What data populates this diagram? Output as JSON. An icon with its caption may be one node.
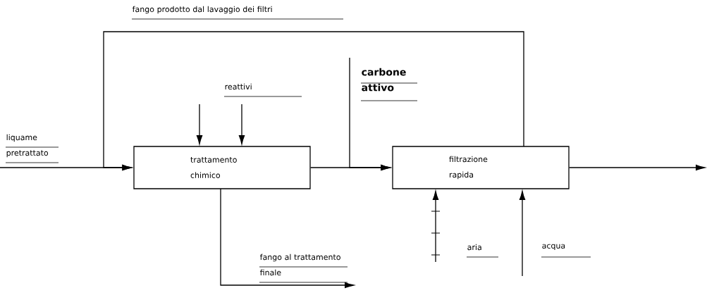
{
  "diagram": {
    "nodes": [
      {
        "text": [
          "trattamento chimico"
        ]
      },
      {
        "text": [
          "filtrazione rapida"
        ]
      }
    ],
    "edges": [
      {
        "from": null,
        "to": 0,
        "arrow": "to",
        "label": "liquame pretrattato"
      },
      {
        "from": 1,
        "to": 0,
        "arrow": "to",
        "label": "fango prodotto dal lavaggio dei filtri"
      },
      {
        "from": null,
        "to": 0,
        "arrow": "to"
      },
      {
        "from": null,
        "to": 0,
        "arrow": "to"
      },
      {
        "from": 0,
        "to": 1,
        "arrow": "to"
      },
      {
        "from": null,
        "to": 1,
        "arrow": "to",
        "label": "carbone attivo"
      },
      {
        "from": 1,
        "to": null,
        "arrow": "to"
      },
      {
        "from": 0,
        "to": null,
        "arrow": "to",
        "label": "fango al trattamento finale"
      },
      {
        "from": null,
        "to": 1,
        "arrow": "to",
        "label": "aria"
      },
      {
        "from": null,
        "to": 1,
        "arrow": "to",
        "label": "acqua"
      }
    ],
    "labels": [
      "reattivi"
    ]
  }
}
